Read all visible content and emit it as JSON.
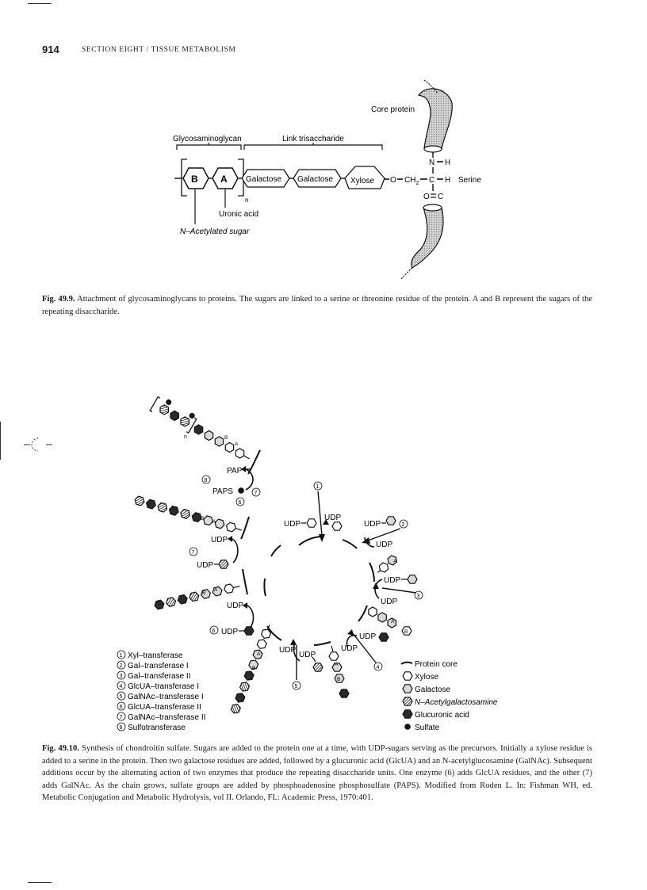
{
  "header": {
    "page_number": "914",
    "section_title": "SECTION EIGHT / TISSUE METABOLISM"
  },
  "fig1": {
    "label_gag": "Glycosaminoglycan",
    "label_link": "Link trisaccharide",
    "label_core": "Core protein",
    "sugar_b": "B",
    "sugar_a": "A",
    "subscript_n": "n",
    "galactose1": "Galactose",
    "galactose2": "Galactose",
    "xylose": "Xylose",
    "o": "O",
    "ch2": "CH",
    "ch2_sub": "2",
    "c_mid": "C",
    "h_right": "H",
    "serine": "Serine",
    "nh_n": "N",
    "nh_h": "H",
    "co_o": "O",
    "co_c": "C",
    "uronic": "Uronic acid",
    "acetylated": "N–Acetylated sugar",
    "caption_label": "Fig. 49.9.",
    "caption_text": " Attachment of glycosaminoglycans to proteins. The sugars are linked to a serine or threonine residue of the protein. A and B represent the sugars of the repeating disaccharide."
  },
  "fig2": {
    "udp": "UDP",
    "pap": "PAP",
    "paps": "PAPS",
    "subscript_n": "n",
    "sugar_a": "A",
    "sugar_b": "B",
    "steps": [
      "1",
      "2",
      "3",
      "4",
      "5",
      "6",
      "7",
      "8"
    ],
    "enzymes": [
      "Xyl–transferase",
      "Gal–transferase I",
      "Gal–transferase II",
      "GlcUA–transferase I",
      "GalNAc–transferase I",
      "GlcUA–transferase II",
      "GalNAc–transferase II",
      "Sulfotransferase"
    ],
    "legend": [
      "Protein core",
      "Xylose",
      "Galactose",
      "N–Acetylgalactosamine",
      "Glucuronic acid",
      "Sulfate"
    ],
    "caption_label": "Fig. 49.10.",
    "caption_text": " Synthesis of chondroitin sulfate. Sugars are added to the protein one at a time, with UDP-sugars serving as the precursors. Initially a xylose residue is added to a serine in the protein. Then two galactose residues are added, followed by a glucuronic acid (GlcUA) and an N-acetylglucosamine (GalNAc). Subsequent additions occur by the alternating action of two enzymes that produce the repeating disaccharide units. One enzyme (6) adds GlcUA residues, and the other (7) adds GalNAc. As the chain grows, sulfate groups are added by phosphoadenosine phosphosulfate (PAPS). Modified from Roden L. In: Fishman WH, ed. Metabolic Conjugation and Metabolic Hydrolysis, vol II. Orlando, FL: Academic Press, 1970:401."
  },
  "colors": {
    "ink": "#1a1a1a",
    "hatch": "#555555",
    "protein": "#bbbbbb"
  }
}
